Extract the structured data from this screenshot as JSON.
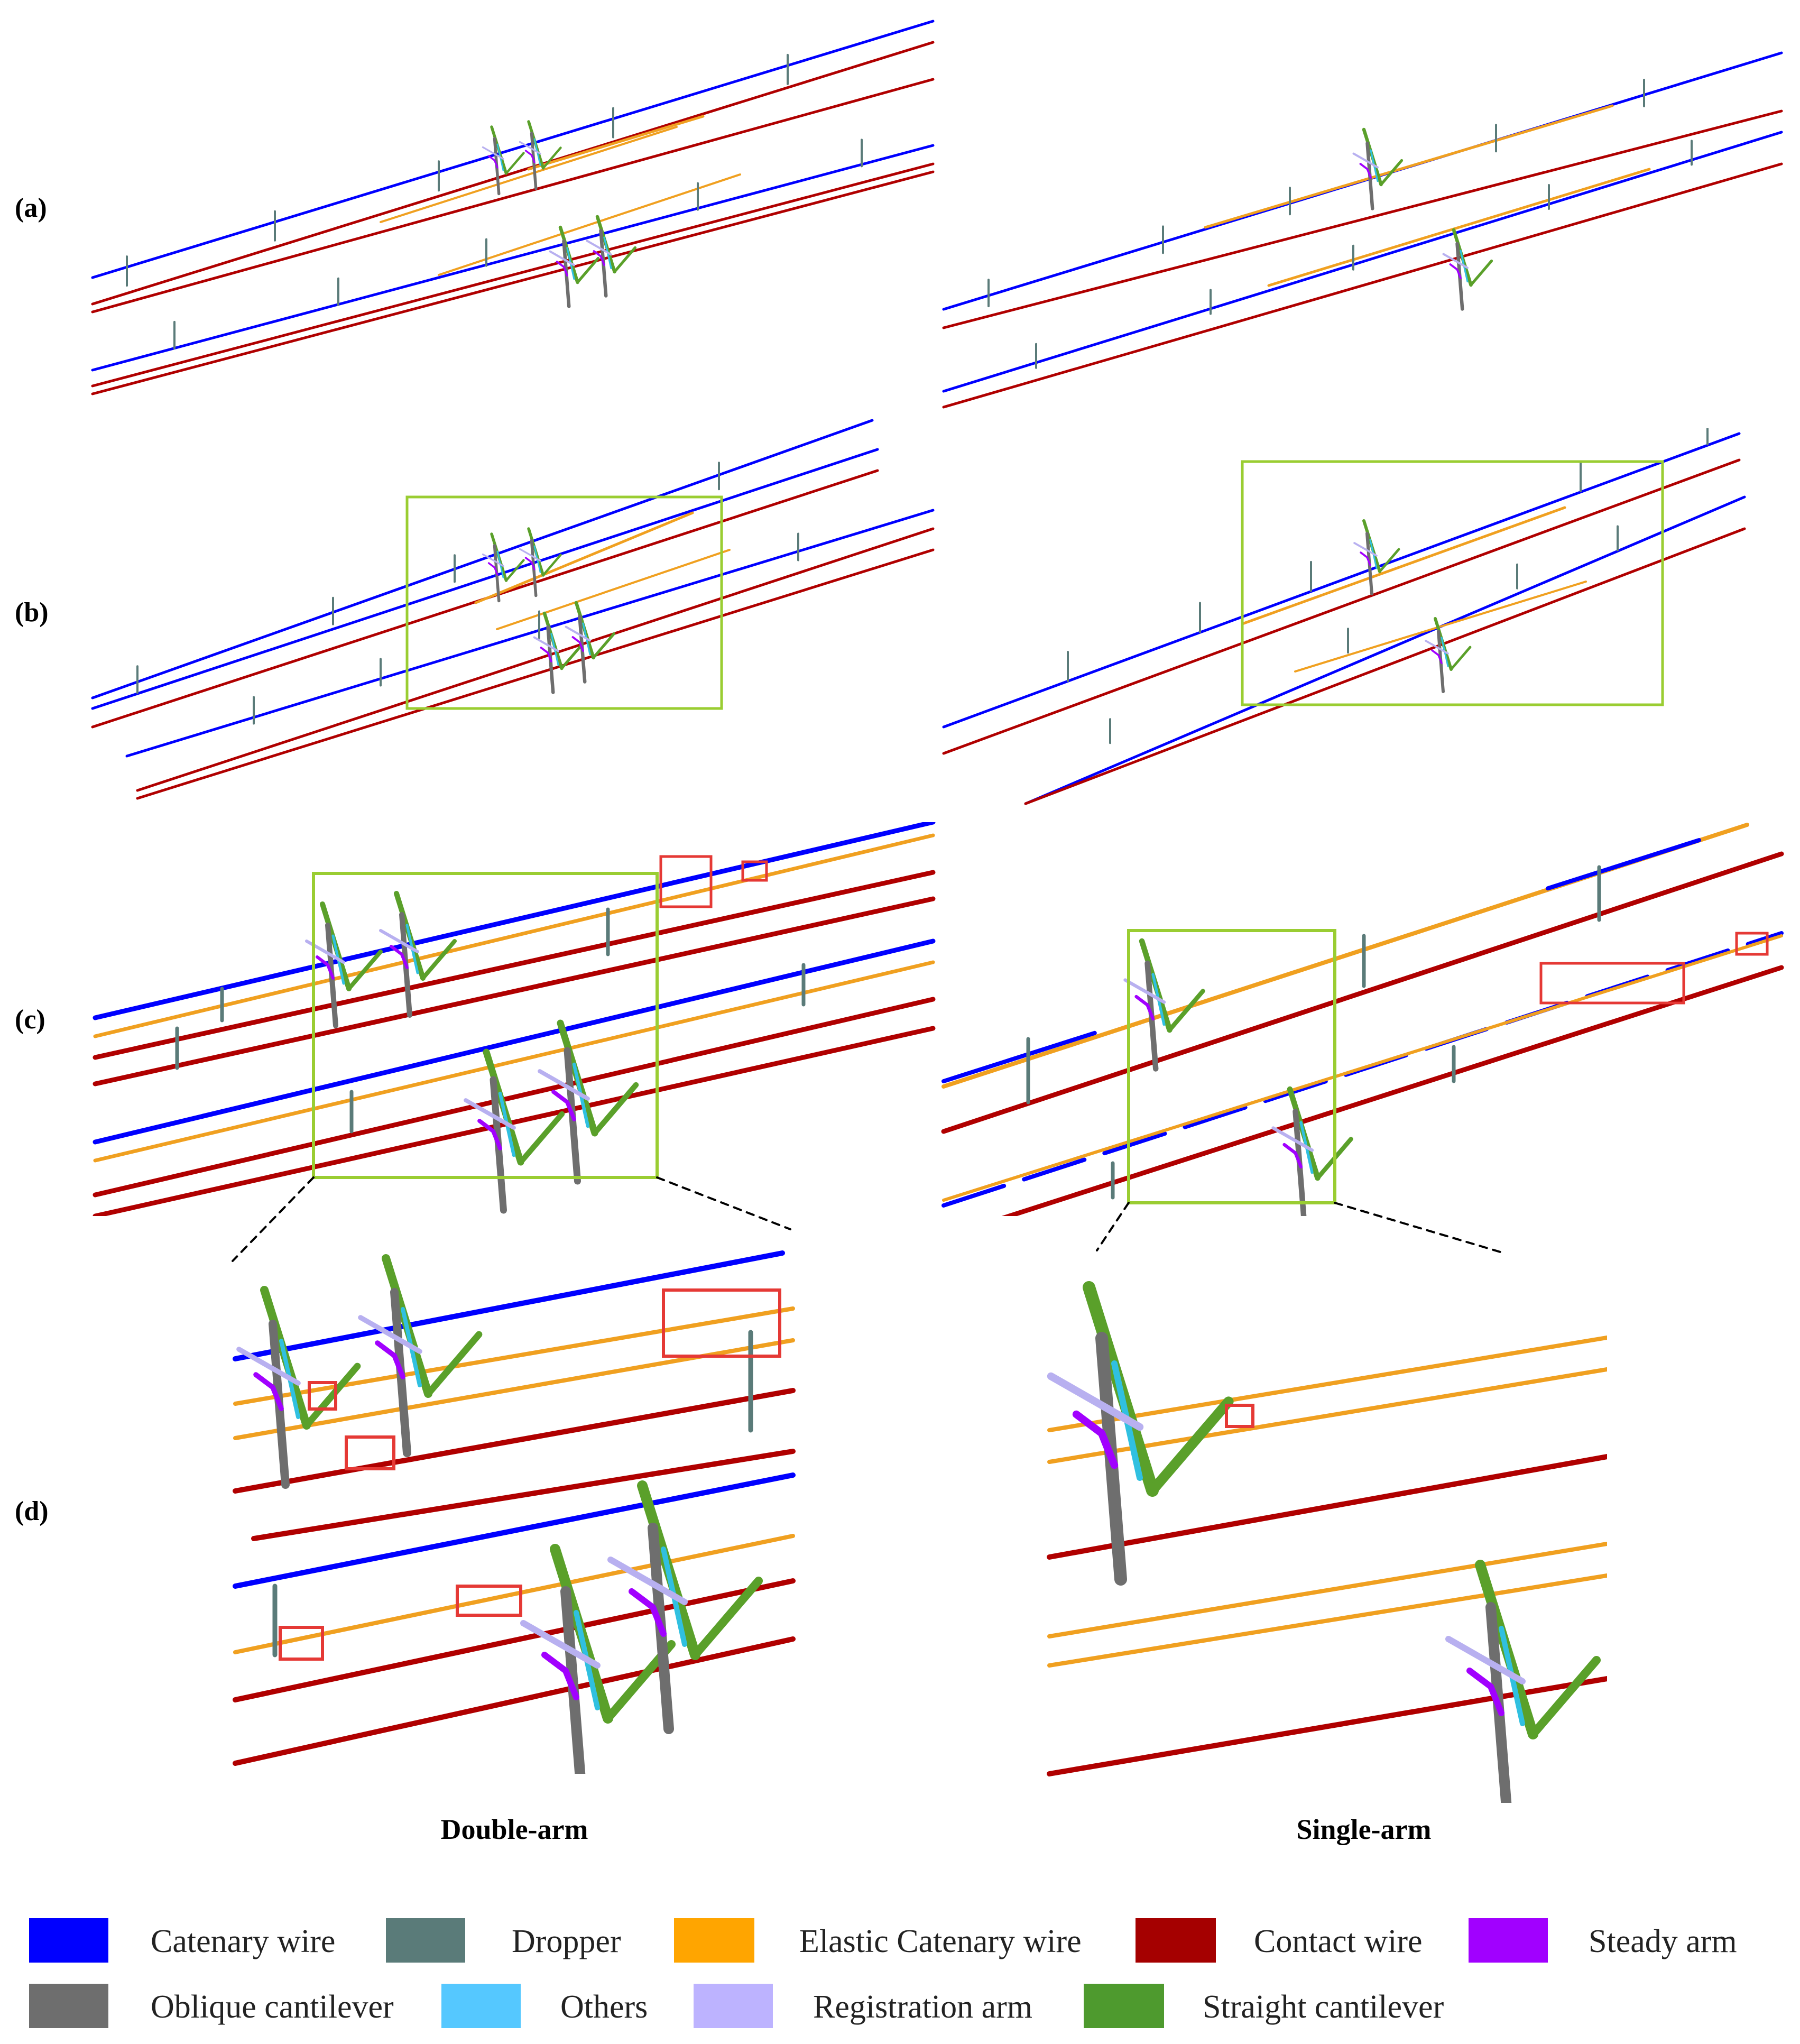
{
  "figure": {
    "row_labels": [
      "(a)",
      "(b)",
      "(c)",
      "(d)"
    ],
    "column_captions": [
      "Double-arm",
      "Single-arm"
    ]
  },
  "legend": [
    {
      "name": "Catenary wire",
      "color": "#0000ff"
    },
    {
      "name": "Dropper",
      "color": "#5a7b79"
    },
    {
      "name": "Elastic Catenary wire",
      "color": "#ffa500"
    },
    {
      "name": "Contact wire",
      "color": "#a50000"
    },
    {
      "name": "Steady arm",
      "color": "#a100ff"
    },
    {
      "name": "Oblique cantilever",
      "color": "#6e6e6e"
    },
    {
      "name": "Others",
      "color": "#55c8ff"
    },
    {
      "name": "Registration arm",
      "color": "#bdb3ff"
    },
    {
      "name": "Straight cantilever",
      "color": "#4e9a2e"
    }
  ],
  "colors": {
    "catenary": "#0000ff",
    "dropper": "#5a7b79",
    "elastic": "#f0a020",
    "contact": "#b00000",
    "steady": "#a100ff",
    "oblique": "#6e6e6e",
    "others": "#30c0e0",
    "registration": "#b8b0f0",
    "straight": "#5aa02a",
    "zoom_box": "#9acd32",
    "error_box": "#e53935"
  }
}
